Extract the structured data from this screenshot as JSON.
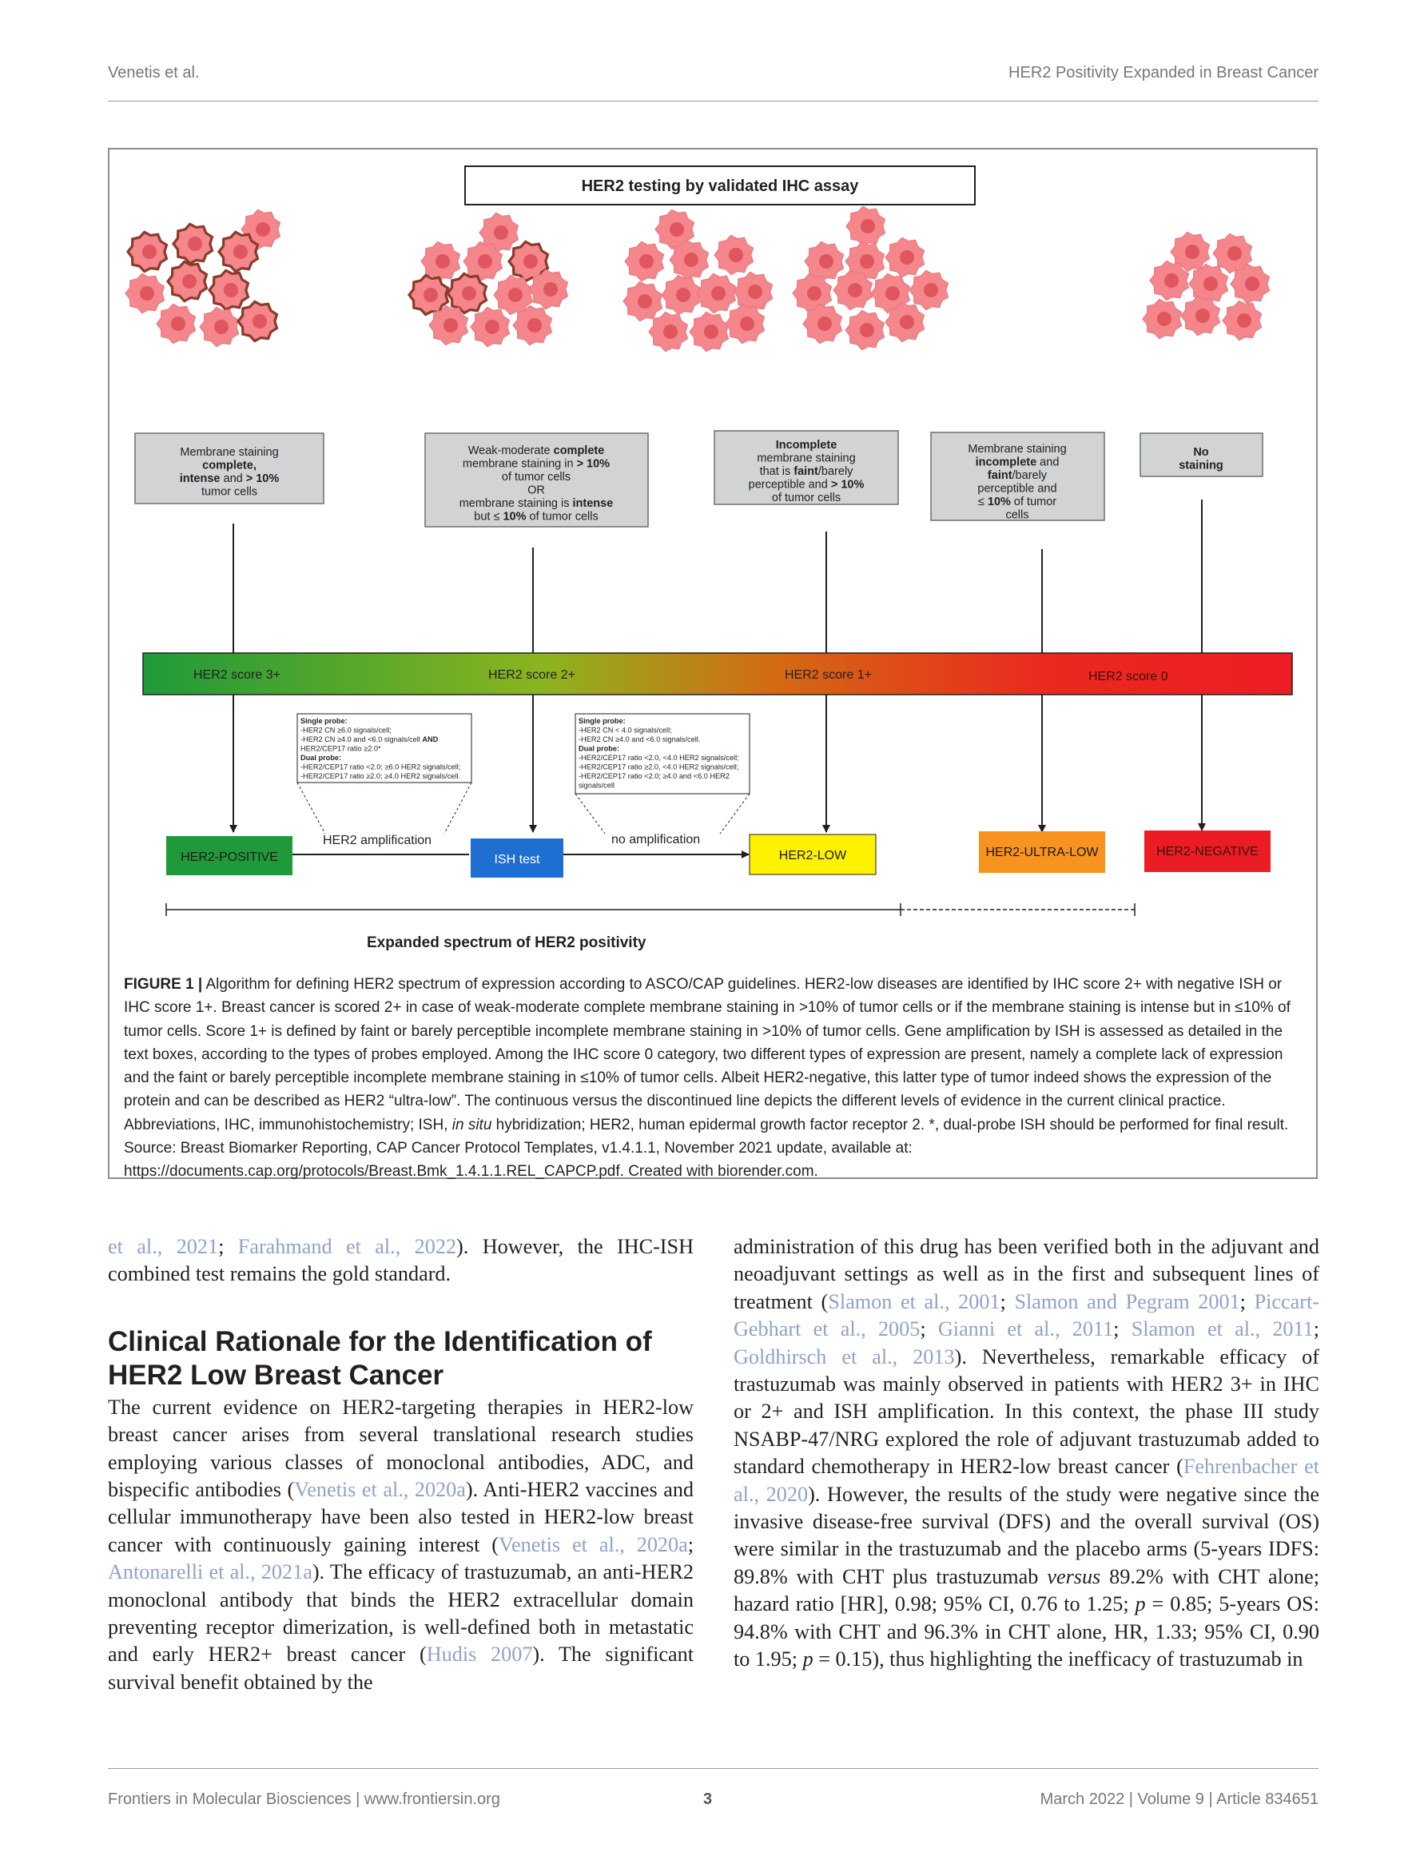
{
  "header": {
    "left": "Venetis et al.",
    "right": "HER2 Positivity Expanded in Breast Cancer"
  },
  "figure": {
    "title": "HER2 testing  by  validated  IHC assay",
    "desc_boxes": [
      {
        "lines": [
          [
            "Membrane staining"
          ],
          [
            "complete,",
            "b"
          ],
          [
            "intense",
            "b",
            " and ",
            "",
            "> 10%",
            "b"
          ],
          [
            "tumor cells"
          ]
        ]
      },
      {
        "lines": [
          [
            "Weak-moderate ",
            "",
            "complete",
            "b"
          ],
          [
            "membrane staining in ",
            "",
            "> 10%",
            "b"
          ],
          [
            "of tumor cells"
          ],
          [
            "OR"
          ],
          [
            "membrane staining is ",
            "",
            "intense",
            "b"
          ],
          [
            "but  ≤ ",
            "",
            "10%",
            "b",
            " of tumor cells",
            ""
          ]
        ]
      },
      {
        "lines": [
          [
            "Incomplete",
            "b"
          ],
          [
            "membrane staining"
          ],
          [
            "that is ",
            "",
            "faint",
            "b",
            "/barely",
            ""
          ],
          [
            "perceptible and  ",
            "",
            "> 10%",
            "b"
          ],
          [
            "of tumor cells"
          ]
        ]
      },
      {
        "lines": [
          [
            "Membrane staining"
          ],
          [
            "incomplete",
            "b",
            " and",
            ""
          ],
          [
            "faint",
            "b",
            "/barely",
            ""
          ],
          [
            "perceptible and"
          ],
          [
            "≤ ",
            "",
            "10%",
            "b",
            " of tumor",
            ""
          ],
          [
            "cells"
          ]
        ]
      },
      {
        "lines": [
          [
            "No",
            "b"
          ],
          [
            "staining",
            "b"
          ]
        ]
      }
    ],
    "scores": [
      "HER2 score 3+",
      "HER2 score 2+",
      "HER2 score 1+",
      "HER2 score 0"
    ],
    "probe_box_1": [
      [
        "Single probe:",
        "b"
      ],
      [
        "-HER2 CN ≥6.0 signals/cell;"
      ],
      [
        "-HER2 CN ≥4.0 and <6.0 signals/cell ",
        "",
        "AND",
        "b"
      ],
      [
        "HER2/CEP17 ratio ≥2.0*"
      ],
      [
        "Dual probe:",
        "b"
      ],
      [
        "-HER2/CEP17 ratio <2.0; ≥6.0 HER2 signals/cell;"
      ],
      [
        "-HER2/CEP17 ratio ≥2.0; ≥4.0 HER2 signals/cell."
      ]
    ],
    "probe_box_2": [
      [
        "Single probe:",
        "b"
      ],
      [
        "-HER2 CN < 4.0 signals/cell;"
      ],
      [
        "-HER2 CN  ≥4.0 and <6.0 signals/cell."
      ],
      [
        "Dual probe:",
        "b"
      ],
      [
        "-HER2/CEP17 ratio <2.0, <4.0 HER2 signals/cell;"
      ],
      [
        "-HER2/CEP17 ratio ≥2.0, <4.0 HER2 signals/cell;"
      ],
      [
        "-HER2/CEP17 ratio <2.0; ≥4.0 and <6.0 HER2"
      ],
      [
        "signals/cell"
      ]
    ],
    "outcomes": [
      "HER2-POSITIVE",
      "ISH test",
      "HER2-LOW",
      "HER2-ULTRA-LOW",
      "HER2-NEGATIVE"
    ],
    "arrow_labels": [
      "HER2 amplification",
      "no amplification"
    ],
    "spectrum_label": "Expanded spectrum of HER2 positivity",
    "colors": {
      "positive": "#1f9a3a",
      "ish": "#1e6fd1",
      "low": "#fff200",
      "ultra_low": "#f7931e",
      "negative": "#ec1c24",
      "desc_box": "#d1d3d4",
      "cell_fill": "#f4868c",
      "cell_nucleus": "#e0565e",
      "cell_membrane": "#8a3b2a"
    }
  },
  "caption": {
    "label": "FIGURE 1 |",
    "text_a": " Algorithm for defining HER2 spectrum of expression according to ASCO/CAP guidelines. HER2-low diseases are identified by IHC score 2+ with negative ISH or IHC score 1+. Breast cancer is scored 2+ in case of weak-moderate complete membrane staining in >10% of tumor cells or if the membrane staining is intense but in ≤10% of tumor cells. Score 1+ is defined by faint or barely perceptible incomplete membrane staining in >10% of tumor cells. Gene amplification by ISH is assessed as detailed in the text boxes, according to the types of probes employed. Among the IHC score 0 category, two different types of expression are present, namely a complete lack of expression and the faint or barely perceptible incomplete membrane staining in ≤10% of tumor cells. Albeit HER2-negative, this latter type of tumor indeed shows the expression of the protein and can be described as HER2 “ultra-low”. The continuous versus the discontinued line depicts the different levels of evidence in the current clinical practice. Abbreviations, IHC, immunohistochemistry; ISH, ",
    "italic": "in situ",
    "text_b": " hybridization; HER2, human epidermal growth factor receptor 2. *, dual-probe ISH should be performed for final result. Source: Breast Biomarker Reporting, CAP Cancer Protocol Templates, v1.4.1.1, November 2021 update, available at: https://documents.cap.org/protocols/Breast.Bmk_1.4.1.1.REL_CAPCP.pdf. Created with biorender.com."
  },
  "left_col": {
    "p1_ref1": "et al., 2021",
    "p1_sep": "; ",
    "p1_ref2": "Farahmand et al., 2022",
    "p1_text": "). However, the IHC-ISH combined test remains the gold standard.",
    "section_title": "Clinical Rationale for the Identification of HER2 Low Breast Cancer",
    "p2_a": "The current evidence on HER2-targeting therapies in HER2-low breast cancer arises from several translational research studies employing various classes of monoclonal antibodies, ADC, and bispecific antibodies (",
    "p2_r1": "Venetis et al., 2020a",
    "p2_b": "). Anti-HER2 vaccines and cellular immunotherapy have been also tested in HER2-low breast cancer with continuously gaining interest (",
    "p2_r2": "Venetis et al., 2020a",
    "p2_c": "; ",
    "p2_r3": "Antonarelli et al., 2021a",
    "p2_d": "). The efficacy of trastuzumab, an anti-HER2 monoclonal antibody that binds the HER2 extracellular domain preventing receptor dimerization, is well-defined both in metastatic and early HER2+ breast cancer (",
    "p2_r4": "Hudis 2007",
    "p2_e": "). The significant survival benefit obtained by the"
  },
  "right_col": {
    "a": "administration of this drug has been verified both in the adjuvant and neoadjuvant settings as well as in the first and subsequent lines of treatment (",
    "r1": "Slamon et al., 2001",
    "b": "; ",
    "r2": "Slamon and Pegram 2001",
    "c": "; ",
    "r3": "Piccart-Gebhart et al., 2005",
    "d": "; ",
    "r4": "Gianni et al., 2011",
    "e": "; ",
    "r5": "Slamon et al., 2011",
    "f": "; ",
    "r6": "Goldhirsch et al., 2013",
    "g": "). Nevertheless, remarkable efficacy of trastuzumab was mainly observed in patients with HER2 3+ in IHC or 2+ and ISH amplification. In this context, the phase III study NSABP-47/NRG explored the role of adjuvant trastuzumab added to standard chemotherapy in HER2-low breast cancer (",
    "r7": "Fehrenbacher et al., 2020",
    "h": "). However, the results of the study were negative since the invasive disease-free survival (DFS) and the overall survival (OS) were similar in the trastuzumab and the placebo arms (5-years IDFS: 89.8% with CHT plus trastuzumab ",
    "versus": "versus",
    "i": " 89.2% with CHT alone; hazard ratio [HR], 0.98; 95% CI, 0.76 to 1.25; ",
    "p1": "p",
    "j": " = 0.85; 5-years OS: 94.8% with CHT and 96.3% in CHT alone, HR, 1.33; 95% CI, 0.90 to 1.95; ",
    "p2": "p",
    "k": " = 0.15), thus highlighting the inefficacy of trastuzumab in"
  },
  "footer": {
    "left": "Frontiers in Molecular Biosciences | www.frontiersin.org",
    "center": "3",
    "right": "March 2022 | Volume 9 | Article 834651"
  }
}
